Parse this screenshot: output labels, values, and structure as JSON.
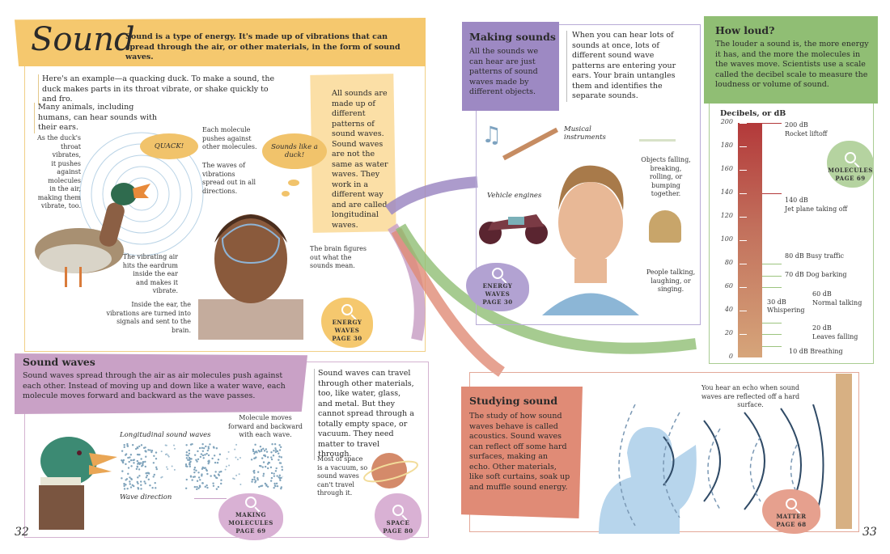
{
  "left_page": {
    "title": "Sound",
    "subtitle": "Sound is a type of energy. It's made up of vibrations that can spread through the air, or other materials, in the form of sound waves.",
    "intro1": "Here's an example—a quacking duck. To make a sound, the duck makes parts in its throat  vibrate, or shake quickly to and fro.",
    "intro2": "Many animals, including humans, can hear sounds with their ears.",
    "duck_caption": "As the duck's\nthroat vibrates,\nit pushes\nagainst\nmolecules\nin the air,\nmaking them\nvibrate, too.",
    "quack": "QUACK!",
    "thought": "Sounds like a duck!",
    "molecule_caption": "Each molecule pushes against other molecules.",
    "waves_caption": "The waves of vibrations spread out in all directions.",
    "eardrum_caption": "The vibrating air hits the eardrum inside the ear and makes it vibrate.",
    "inner_ear_caption": "Inside the ear, the vibrations are turned into signals and sent to the brain.",
    "brain_caption": "The brain figures out what the sounds mean.",
    "note": "All sounds are made up of different patterns of sound waves. Sound waves are not the same as water waves. They work in a different way and are called longitudinal waves.",
    "ref_energy": {
      "title": "ENERGY WAVES",
      "page": "PAGE 30"
    },
    "sound_waves": {
      "heading": "Sound waves",
      "body": "Sound waves spread through the air as air molecules push against each other. Instead of moving up and down like a water wave, each molecule moves forward and backward as the wave passes.",
      "longitudinal_label": "Longitudinal sound waves",
      "molecule_label": "Molecule moves forward and backward with each wave.",
      "direction_label": "Wave direction",
      "materials": "Sound waves can travel through other materials, too, like water, glass, and metal. But they cannot spread through a totally empty space, or vacuum. They need matter to travel through.",
      "space_caption": "Most of space is a vacuum, so sound waves can't travel through it.",
      "ref_molecules": {
        "title": "MAKING MOLECULES",
        "page": "PAGE 69"
      },
      "ref_space": {
        "title": "SPACE",
        "page": "PAGE 80"
      }
    },
    "page_number": "32"
  },
  "right_page": {
    "making": {
      "heading": "Making sounds",
      "body": "All the sounds we can hear are just patterns of sound waves made by different objects.",
      "side": "When you can hear lots of sounds at once, lots of different sound wave patterns are entering your ears. Your brain untangles them and identifies the separate sounds.",
      "musical": "Musical instruments",
      "vehicle": "Vehicle engines",
      "objects": "Objects falling, breaking, rolling, or bumping together.",
      "people": "People talking, laughing, or singing.",
      "ref": {
        "title": "ENERGY WAVES",
        "page": "PAGE 30"
      }
    },
    "loud": {
      "heading": "How loud?",
      "body": "The louder a sound is, the more energy it has, and the more the molecules in the waves move. Scientists use a scale called the decibel scale to measure the loudness or volume of sound.",
      "scale_title": "Decibels, or dB",
      "ticks": [
        "200",
        "180",
        "160",
        "140",
        "120",
        "100",
        "80",
        "60",
        "40",
        "20",
        "0"
      ],
      "examples": [
        {
          "db": 200,
          "label": "200 dB\nRocket liftoff"
        },
        {
          "db": 140,
          "label": "140 dB\nJet plane taking off"
        },
        {
          "db": 80,
          "label": "80 dB Busy traffic"
        },
        {
          "db": 70,
          "label": "70 dB Dog barking"
        },
        {
          "db": 60,
          "label": "60 dB\nNormal talking"
        },
        {
          "db": 30,
          "label": "30 dB\nWhispering"
        },
        {
          "db": 20,
          "label": "20 dB\nLeaves falling"
        },
        {
          "db": 10,
          "label": "10 dB Breathing"
        }
      ],
      "ref": {
        "title": "MOLECULES",
        "page": "PAGE 69"
      }
    },
    "studying": {
      "heading": "Studying sound",
      "body": "The study of how sound waves behave is called acoustics. Sound waves can reflect off some hard surfaces, making an echo. Other materials, like soft curtains, soak up and muffle sound energy.",
      "echo": "You hear an echo when sound waves are reflected off a hard surface.",
      "ref": {
        "title": "MATTER",
        "page": "PAGE 68"
      }
    },
    "page_number": "33"
  },
  "colors": {
    "yellow": "#f5c86e",
    "purple": "#c9a1c6",
    "violet": "#9d89c3",
    "green": "#90be74",
    "coral": "#e08b76"
  }
}
